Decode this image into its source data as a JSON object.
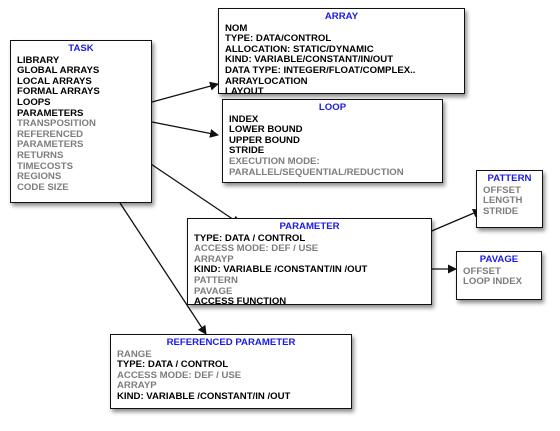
{
  "colors": {
    "title": "#1a1ae6",
    "bold_text": "#000000",
    "light_text": "#7d7d7d",
    "border": "#111111"
  },
  "boxes": {
    "task": {
      "title": "TASK",
      "lines": [
        {
          "text": "LIBRARY",
          "style": "bold"
        },
        {
          "text": "GLOBAL ARRAYS",
          "style": "bold"
        },
        {
          "text": "LOCAL ARRAYS",
          "style": "bold"
        },
        {
          "text": "FORMAL ARRAYS",
          "style": "bold"
        },
        {
          "text": "LOOPS",
          "style": "bold"
        },
        {
          "text": "PARAMETERS",
          "style": "bold"
        },
        {
          "text": "TRANSPOSITION",
          "style": "gray"
        },
        {
          "text": "REFERENCED",
          "style": "gray"
        },
        {
          "text": "PARAMETERS",
          "style": "gray"
        },
        {
          "text": "RETURNS",
          "style": "gray"
        },
        {
          "text": "TIMECOSTS",
          "style": "gray"
        },
        {
          "text": "REGIONS",
          "style": "gray"
        },
        {
          "text": "CODE SIZE",
          "style": "gray"
        }
      ]
    },
    "array": {
      "title": "ARRAY",
      "lines": [
        {
          "text": "NOM",
          "style": "bold"
        },
        {
          "text": "TYPE: DATA/CONTROL",
          "style": "bold"
        },
        {
          "text": "ALLOCATION: STATIC/DYNAMIC",
          "style": "bold"
        },
        {
          "text": "KIND: VARIABLE/CONSTANT/IN/OUT",
          "style": "bold"
        },
        {
          "text": "DATA TYPE: INTEGER/FLOAT/COMPLEX..",
          "style": "bold"
        },
        {
          "text": "ARRAYLOCATION",
          "style": "bold"
        },
        {
          "text": "LAYOUT",
          "style": "bold"
        }
      ]
    },
    "loop": {
      "title": "LOOP",
      "lines": [
        {
          "text": "INDEX",
          "style": "bold"
        },
        {
          "text": "LOWER BOUND",
          "style": "bold"
        },
        {
          "text": "UPPER BOUND",
          "style": "bold"
        },
        {
          "text": "STRIDE",
          "style": "bold"
        },
        {
          "text": "EXECUTION MODE:",
          "style": "gray"
        },
        {
          "text": "PARALLEL/SEQUENTIAL/REDUCTION",
          "style": "gray"
        }
      ]
    },
    "pattern": {
      "title": "PATTERN",
      "lines": [
        {
          "text": "OFFSET",
          "style": "gray"
        },
        {
          "text": "LENGTH",
          "style": "gray"
        },
        {
          "text": "STRIDE",
          "style": "gray"
        }
      ]
    },
    "parameter": {
      "title": "PARAMETER",
      "lines": [
        {
          "text": "TYPE: DATA / CONTROL",
          "style": "bold"
        },
        {
          "text": "ACCESS MODE: DEF / USE",
          "style": "gray"
        },
        {
          "text": "ARRAYP",
          "style": "gray"
        },
        {
          "text": "KIND: VARIABLE /CONSTANT/IN /OUT",
          "style": "bold"
        },
        {
          "text": "PATTERN",
          "style": "gray"
        },
        {
          "text": "PAVAGE",
          "style": "gray"
        },
        {
          "text": "ACCESS FUNCTION",
          "style": "bold"
        }
      ]
    },
    "pavage": {
      "title": "PAVAGE",
      "lines": [
        {
          "text": "OFFSET",
          "style": "gray"
        },
        {
          "text": "LOOP INDEX",
          "style": "gray"
        }
      ]
    },
    "referenced_parameter": {
      "title": "REFERENCED PARAMETER",
      "lines": [
        {
          "text": "RANGE",
          "style": "gray"
        },
        {
          "text": "TYPE: DATA / CONTROL",
          "style": "bold"
        },
        {
          "text": "ACCESS MODE: DEF / USE",
          "style": "gray"
        },
        {
          "text": "ARRAYP",
          "style": "gray"
        },
        {
          "text": "KIND: VARIABLE /CONSTANT/IN /OUT",
          "style": "bold"
        }
      ]
    }
  },
  "connections": [
    {
      "from": "task",
      "to": "array"
    },
    {
      "from": "task",
      "to": "loop"
    },
    {
      "from": "task",
      "to": "parameter"
    },
    {
      "from": "task",
      "to": "referenced_parameter"
    },
    {
      "from": "parameter",
      "to": "pattern"
    },
    {
      "from": "parameter",
      "to": "pavage"
    }
  ]
}
